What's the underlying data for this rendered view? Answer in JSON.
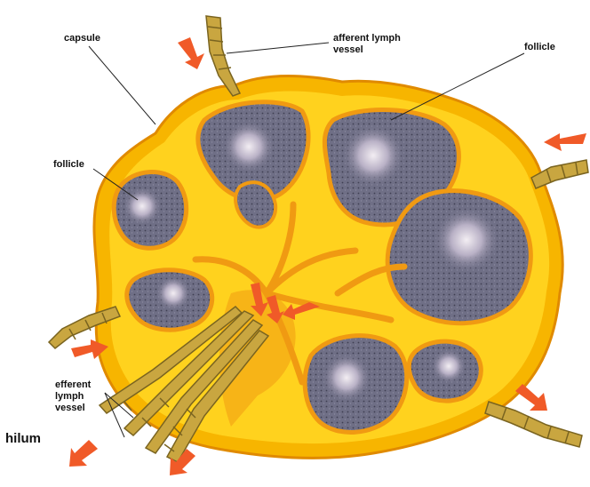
{
  "labels": {
    "capsule": "capsule",
    "afferent_line1": "afferent lymph",
    "afferent_line2": "vessel",
    "follicle_right": "follicle",
    "follicle_left": "follicle",
    "efferent_line1": "efferent",
    "efferent_line2": "lymph",
    "efferent_line3": "vessel",
    "hilum": "hilum"
  },
  "colors": {
    "capsule_fill": "#f7b500",
    "capsule_edge": "#e08a00",
    "cortex_fill": "#ffd21e",
    "sinus": "#f09a12",
    "follicle": "#6f6f86",
    "follicle_dark": "#4a4a5e",
    "germinal_center": "#e6dde6",
    "vessel": "#c9a640",
    "vessel_edge": "#7a6420",
    "arrow": "#f05a28"
  }
}
